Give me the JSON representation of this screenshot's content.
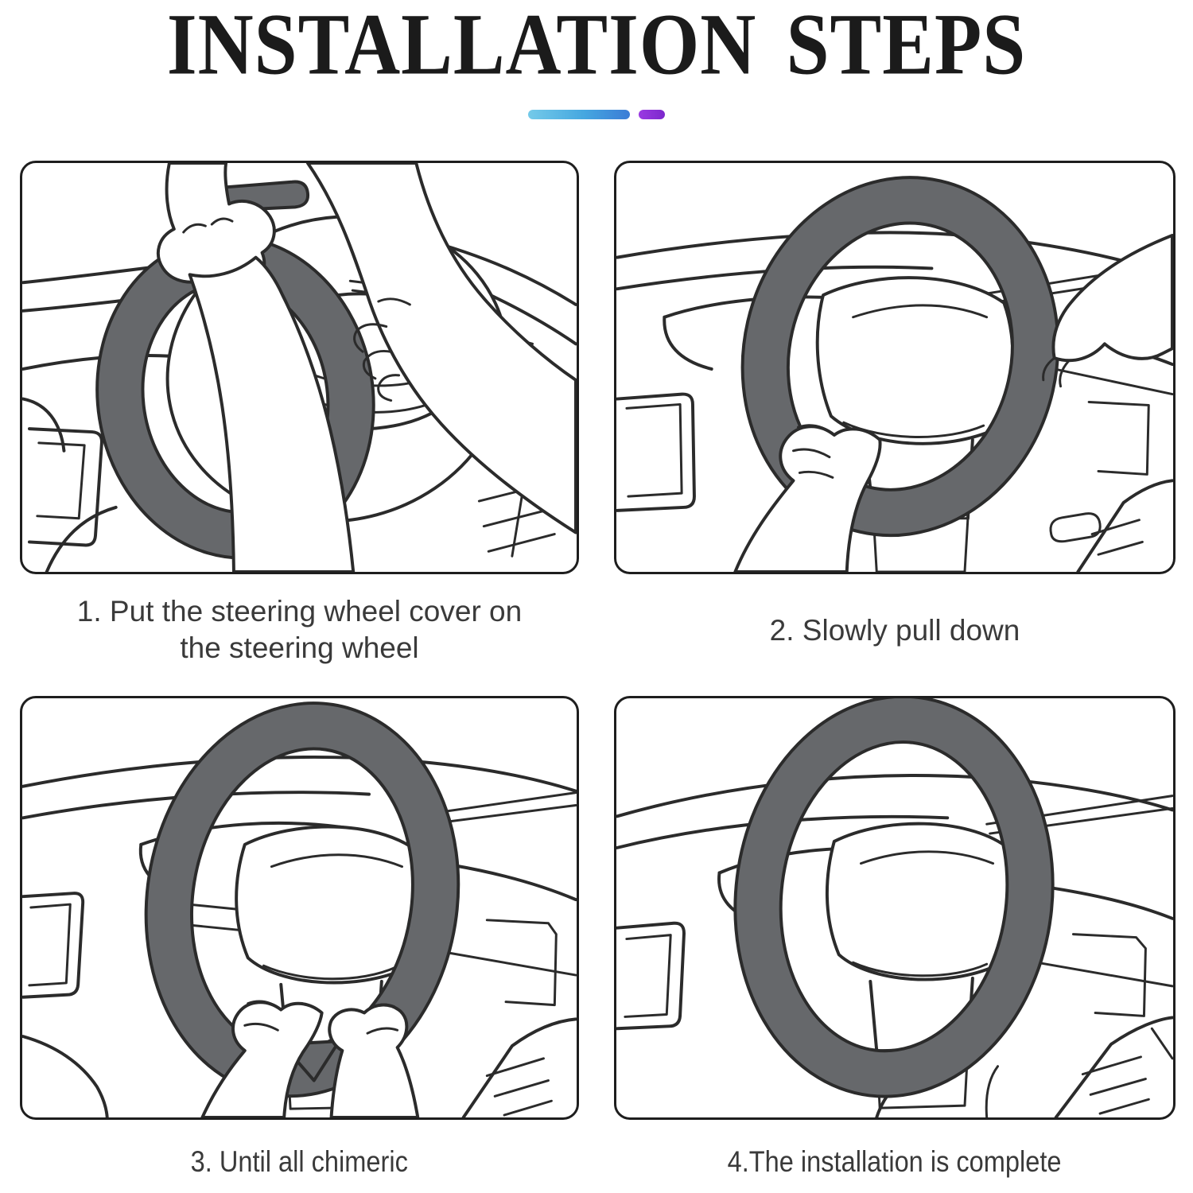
{
  "page": {
    "background": "#ffffff"
  },
  "header": {
    "title": "INSTALLATION STEPS",
    "divider": {
      "bar_gradient_start": "#74cae9",
      "bar_gradient_end": "#3b7cd6",
      "dot_color": "#8a32d8"
    }
  },
  "artwork": {
    "line_color": "#2b2b2b",
    "cover_color": "#66686b",
    "panel_border_color": "#1e1e1e"
  },
  "steps": [
    {
      "caption": "1. Put the steering wheel cover on the steering wheel",
      "illustration": "hands-holding-cover-over-wheel"
    },
    {
      "caption": "2. Slowly pull down",
      "illustration": "hands-pulling-cover-down"
    },
    {
      "caption": "3. Until all chimeric",
      "illustration": "hands-pressing-cover-onto-rim"
    },
    {
      "caption": "4.The installation is complete",
      "illustration": "cover-fully-installed"
    }
  ]
}
